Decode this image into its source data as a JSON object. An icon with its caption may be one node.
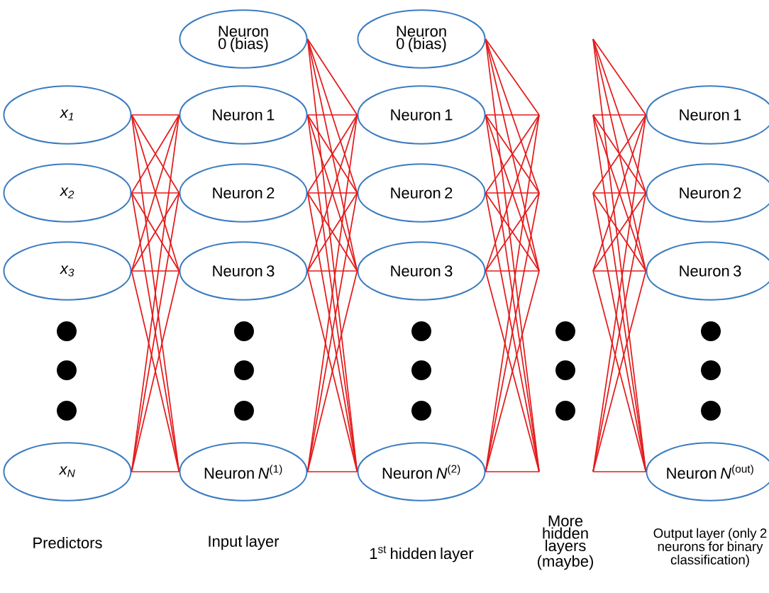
{
  "diagram": {
    "nodes": [
      {
        "text": [
          "x$_{1}$"
        ]
      },
      {
        "text": [
          "x$_{2}$"
        ]
      },
      {
        "text": [
          "x$_{3}$"
        ]
      },
      {
        "text": [
          "x$_{N}$"
        ]
      },
      {
        "text": [
          "Neuron 0 (bias)"
        ]
      },
      {
        "text": [
          "Neuron 1"
        ]
      },
      {
        "text": [
          "Neuron 2"
        ]
      },
      {
        "text": [
          "Neuron 3"
        ]
      },
      {
        "text": [
          "Neuron *N*$^{(1)}$"
        ]
      },
      {
        "text": [
          "Neuron 0 (bias)"
        ]
      },
      {
        "text": [
          "Neuron 1"
        ]
      },
      {
        "text": [
          "Neuron 2"
        ]
      },
      {
        "text": [
          "Neuron 3"
        ]
      },
      {
        "text": [
          "Neuron *N*$^{(2)}$"
        ]
      },
      {
        "text": [
          "Neuron 1"
        ]
      },
      {
        "text": [
          "Neuron 2"
        ]
      },
      {
        "text": [
          "Neuron 3"
        ]
      },
      {
        "text": [
          "Neuron *N*$^{(out)}$"
        ]
      }
    ],
    "edges": [
      {
        "from": 0,
        "to": 5,
        "arrow": "none"
      },
      {
        "from": 0,
        "to": 6,
        "arrow": "none"
      },
      {
        "from": 0,
        "to": 7,
        "arrow": "none"
      },
      {
        "from": 0,
        "to": 8,
        "arrow": "none"
      },
      {
        "from": 1,
        "to": 5,
        "arrow": "none"
      },
      {
        "from": 1,
        "to": 6,
        "arrow": "none"
      },
      {
        "from": 1,
        "to": 7,
        "arrow": "none"
      },
      {
        "from": 1,
        "to": 8,
        "arrow": "none"
      },
      {
        "from": 2,
        "to": 5,
        "arrow": "none"
      },
      {
        "from": 2,
        "to": 6,
        "arrow": "none"
      },
      {
        "from": 2,
        "to": 7,
        "arrow": "none"
      },
      {
        "from": 2,
        "to": 8,
        "arrow": "none"
      },
      {
        "from": 3,
        "to": 5,
        "arrow": "none"
      },
      {
        "from": 3,
        "to": 6,
        "arrow": "none"
      },
      {
        "from": 3,
        "to": 7,
        "arrow": "none"
      },
      {
        "from": 3,
        "to": 8,
        "arrow": "none"
      },
      {
        "from": 4,
        "to": 10,
        "arrow": "none"
      },
      {
        "from": 4,
        "to": 11,
        "arrow": "none"
      },
      {
        "from": 4,
        "to": 12,
        "arrow": "none"
      },
      {
        "from": 4,
        "to": 13,
        "arrow": "none"
      },
      {
        "from": 5,
        "to": 10,
        "arrow": "none"
      },
      {
        "from": 5,
        "to": 11,
        "arrow": "none"
      },
      {
        "from": 5,
        "to": 12,
        "arrow": "none"
      },
      {
        "from": 5,
        "to": 13,
        "arrow": "none"
      },
      {
        "from": 6,
        "to": 10,
        "arrow": "none"
      },
      {
        "from": 6,
        "to": 11,
        "arrow": "none"
      },
      {
        "from": 6,
        "to": 12,
        "arrow": "none"
      },
      {
        "from": 6,
        "to": 13,
        "arrow": "none"
      },
      {
        "from": 7,
        "to": 10,
        "arrow": "none"
      },
      {
        "from": 7,
        "to": 11,
        "arrow": "none"
      },
      {
        "from": 7,
        "to": 12,
        "arrow": "none"
      },
      {
        "from": 7,
        "to": 13,
        "arrow": "none"
      },
      {
        "from": 8,
        "to": 10,
        "arrow": "none"
      },
      {
        "from": 8,
        "to": 11,
        "arrow": "none"
      },
      {
        "from": 8,
        "to": 12,
        "arrow": "none"
      },
      {
        "from": 8,
        "to": 13,
        "arrow": "none"
      },
      {
        "from": 9,
        "to": null,
        "arrow": "none"
      },
      {
        "from": 9,
        "to": null,
        "arrow": "none"
      },
      {
        "from": 9,
        "to": null,
        "arrow": "none"
      },
      {
        "from": 9,
        "to": null,
        "arrow": "none"
      },
      {
        "from": 10,
        "to": null,
        "arrow": "none"
      },
      {
        "from": 10,
        "to": null,
        "arrow": "none"
      },
      {
        "from": 10,
        "to": null,
        "arrow": "none"
      },
      {
        "from": 10,
        "to": null,
        "arrow": "none"
      },
      {
        "from": 11,
        "to": null,
        "arrow": "none"
      },
      {
        "from": 11,
        "to": null,
        "arrow": "none"
      },
      {
        "from": 11,
        "to": null,
        "arrow": "none"
      },
      {
        "from": 11,
        "to": null,
        "arrow": "none"
      },
      {
        "from": 12,
        "to": null,
        "arrow": "none"
      },
      {
        "from": 12,
        "to": null,
        "arrow": "none"
      },
      {
        "from": 12,
        "to": null,
        "arrow": "none"
      },
      {
        "from": 12,
        "to": null,
        "arrow": "none"
      },
      {
        "from": 13,
        "to": null,
        "arrow": "none"
      },
      {
        "from": 13,
        "to": null,
        "arrow": "none"
      },
      {
        "from": 13,
        "to": null,
        "arrow": "none"
      },
      {
        "from": 13,
        "to": null,
        "arrow": "none"
      },
      {
        "from": null,
        "to": 14,
        "arrow": "none"
      },
      {
        "from": null,
        "to": 15,
        "arrow": "none"
      },
      {
        "from": null,
        "to": 16,
        "arrow": "none"
      },
      {
        "from": null,
        "to": 17,
        "arrow": "none"
      },
      {
        "from": null,
        "to": 14,
        "arrow": "none"
      },
      {
        "from": null,
        "to": 15,
        "arrow": "none"
      },
      {
        "from": null,
        "to": 16,
        "arrow": "none"
      },
      {
        "from": null,
        "to": 17,
        "arrow": "none"
      },
      {
        "from": null,
        "to": 14,
        "arrow": "none"
      },
      {
        "from": null,
        "to": 15,
        "arrow": "none"
      },
      {
        "from": null,
        "to": 16,
        "arrow": "none"
      },
      {
        "from": null,
        "to": 17,
        "arrow": "none"
      },
      {
        "from": null,
        "to": 14,
        "arrow": "none"
      },
      {
        "from": null,
        "to": 15,
        "arrow": "none"
      },
      {
        "from": null,
        "to": 16,
        "arrow": "none"
      },
      {
        "from": null,
        "to": 17,
        "arrow": "none"
      },
      {
        "from": null,
        "to": 14,
        "arrow": "none"
      },
      {
        "from": null,
        "to": 15,
        "arrow": "none"
      },
      {
        "from": null,
        "to": 16,
        "arrow": "none"
      },
      {
        "from": null,
        "to": 17,
        "arrow": "none"
      }
    ],
    "labels": [
      "Predictors",
      "Input layer",
      "1$^{st}$ hidden layer",
      "More hidden layers (maybe)",
      "Output layer (only 2 neurons for binary classification)"
    ]
  }
}
